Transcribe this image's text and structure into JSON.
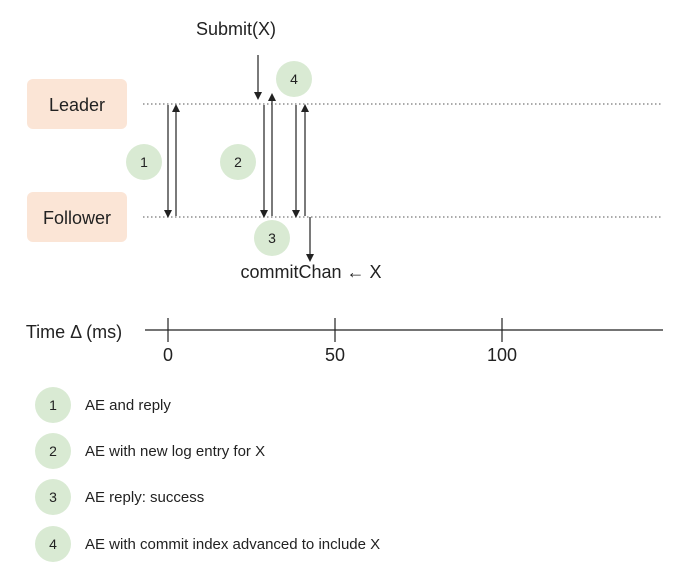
{
  "nodes": {
    "leader": "Leader",
    "follower": "Follower"
  },
  "labels": {
    "submit": "Submit(X)",
    "commit": "commitChan ← X"
  },
  "markers": {
    "m1": "1",
    "m2": "2",
    "m3": "3",
    "m4": "4"
  },
  "axis": {
    "label": "Time Δ (ms)",
    "ticks": [
      "0",
      "50",
      "100"
    ]
  },
  "legend": [
    {
      "num": "1",
      "text": "AE and reply"
    },
    {
      "num": "2",
      "text": "AE with new log entry for X"
    },
    {
      "num": "3",
      "text": "AE reply: success"
    },
    {
      "num": "4",
      "text": "AE with commit index advanced to include X"
    }
  ],
  "colors": {
    "node_fill": "#fbe5d6",
    "marker_fill": "#d9ead3",
    "line": "#222222",
    "dotted": "#555555"
  }
}
